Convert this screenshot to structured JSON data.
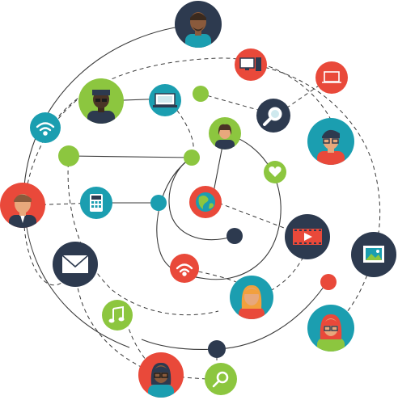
{
  "colors": {
    "navy": "#2d3a4f",
    "teal": "#1b9eb0",
    "green": "#8cc63f",
    "red": "#e9493a",
    "line": "#3a3a3a",
    "white": "#ffffff",
    "skin": "#e8a87c",
    "skin_dark": "#8a5a3c"
  },
  "nodes": [
    {
      "name": "avatar-man-top",
      "icon": "person-icon",
      "color": "navy"
    },
    {
      "name": "computer-node",
      "icon": "desktop-computer-icon",
      "color": "red"
    },
    {
      "name": "laptop-node-red",
      "icon": "laptop-icon",
      "color": "red"
    },
    {
      "name": "avatar-man-green",
      "icon": "person-icon",
      "color": "green"
    },
    {
      "name": "laptop-node-teal",
      "icon": "laptop-icon",
      "color": "teal"
    },
    {
      "name": "search-node-navy",
      "icon": "search-icon",
      "color": "navy"
    },
    {
      "name": "avatar-man-glasses",
      "icon": "person-icon",
      "color": "teal"
    },
    {
      "name": "wifi-node-teal",
      "icon": "wifi-icon",
      "color": "teal"
    },
    {
      "name": "avatar-woman-center",
      "icon": "person-icon",
      "color": "green"
    },
    {
      "name": "heart-node",
      "icon": "heart-icon",
      "color": "green"
    },
    {
      "name": "avatar-man-left",
      "icon": "person-icon",
      "color": "red"
    },
    {
      "name": "calculator-node",
      "icon": "calculator-icon",
      "color": "teal"
    },
    {
      "name": "globe-node",
      "icon": "globe-icon",
      "color": "red"
    },
    {
      "name": "video-node",
      "icon": "video-icon",
      "color": "navy"
    },
    {
      "name": "image-node",
      "icon": "image-icon",
      "color": "navy"
    },
    {
      "name": "mail-node",
      "icon": "mail-icon",
      "color": "navy"
    },
    {
      "name": "wifi-node-red",
      "icon": "wifi-icon",
      "color": "red"
    },
    {
      "name": "avatar-woman-teal",
      "icon": "person-icon",
      "color": "teal"
    },
    {
      "name": "music-node",
      "icon": "music-icon",
      "color": "green"
    },
    {
      "name": "avatar-woman-glasses",
      "icon": "person-icon",
      "color": "teal"
    },
    {
      "name": "avatar-woman-bottom",
      "icon": "person-icon",
      "color": "red"
    },
    {
      "name": "search-node-green",
      "icon": "search-icon",
      "color": "green"
    }
  ]
}
